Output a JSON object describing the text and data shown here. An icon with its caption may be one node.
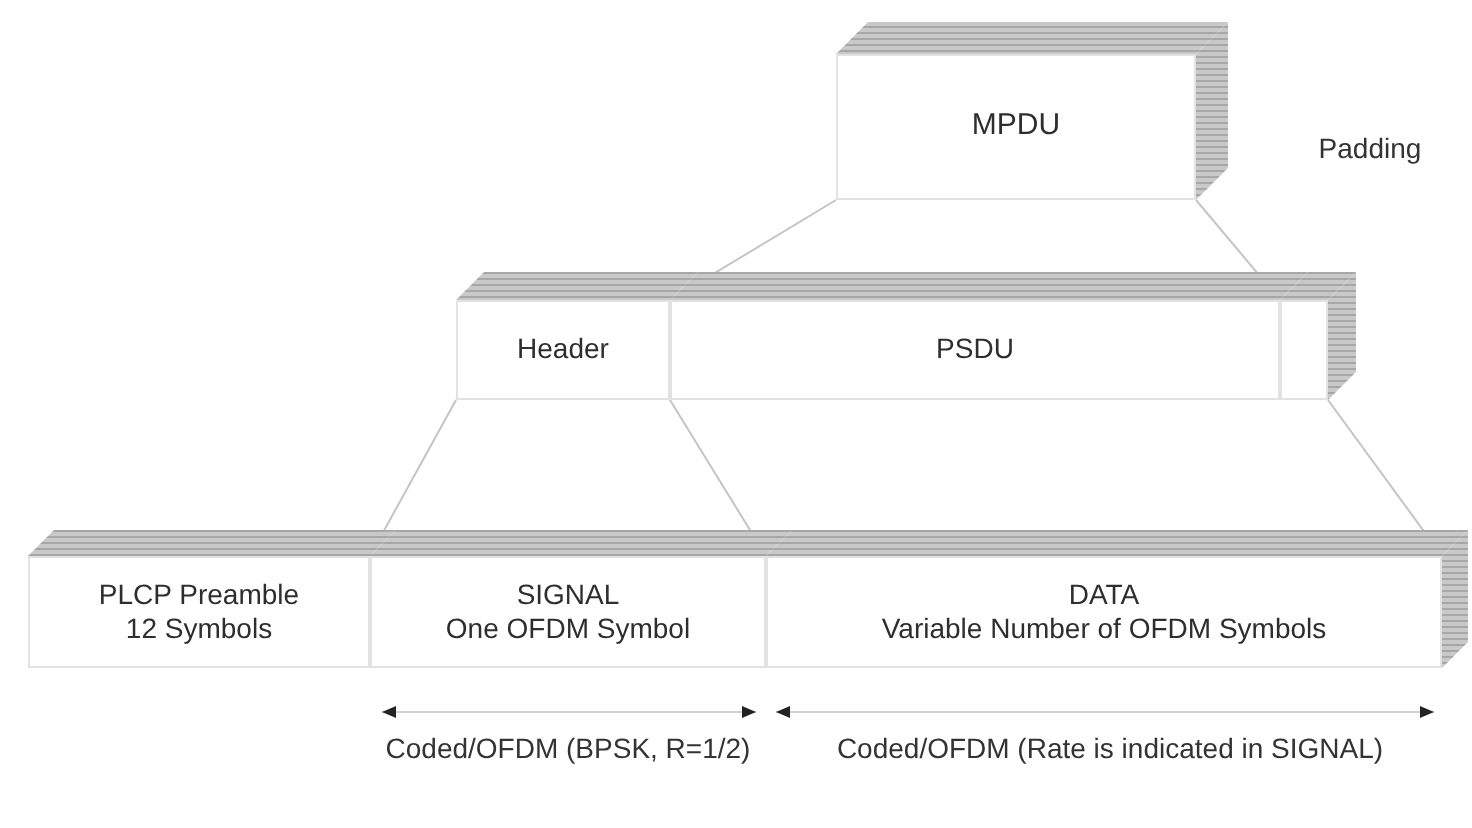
{
  "diagram": {
    "nodes": [
      {
        "text": [
          "MPDU"
        ]
      },
      {
        "text": [
          "Header"
        ]
      },
      {
        "text": [
          "PSDU"
        ]
      },
      {
        "text": [],
        "shape": "box"
      },
      {
        "text": [
          "PLCP Preamble 12 Symbols"
        ]
      },
      {
        "text": [
          "SIGNAL",
          "One OFDM Symbol"
        ]
      },
      {
        "text": [
          "DATA",
          "Variable Number of OFDM Symbols"
        ]
      }
    ],
    "edges": [
      {
        "from": 0,
        "to": 2,
        "arrow": "none"
      },
      {
        "from": 0,
        "to": 3,
        "arrow": "none"
      },
      {
        "from": 1,
        "to": 5,
        "arrow": "none"
      },
      {
        "from": 2,
        "to": 6,
        "arrow": "none"
      },
      {
        "from": 3,
        "to": 6,
        "arrow": "none"
      }
    ],
    "labels": [
      "Padding",
      "Coded/OFDM (BPSK, R=1/2)",
      "Coded/OFDM (Rate is indicated in SIGNAL)"
    ]
  }
}
